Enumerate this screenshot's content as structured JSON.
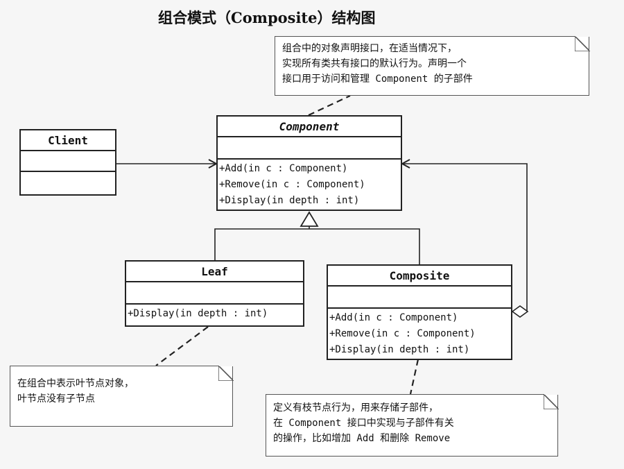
{
  "title": "组合模式（Composite）结构图",
  "classes": {
    "component": {
      "name": "Component",
      "operations": [
        "+Add(in c : Component)",
        "+Remove(in c : Component)",
        "+Display(in depth : int)"
      ]
    },
    "client": {
      "name": "Client"
    },
    "leaf": {
      "name": "Leaf",
      "operations": [
        "+Display(in depth : int)"
      ]
    },
    "composite": {
      "name": "Composite",
      "operations": [
        "+Add(in c : Component)",
        "+Remove(in c : Component)",
        "+Display(in depth : int)"
      ]
    }
  },
  "notes": {
    "component": [
      "组合中的对象声明接口，在适当情况下，",
      "实现所有类共有接口的默认行为。声明一个",
      "接口用于访问和管理 Component 的子部件"
    ],
    "leaf": [
      "在组合中表示叶节点对象，",
      "叶节点没有子节点"
    ],
    "composite": [
      "定义有枝节点行为，用来存储子部件，",
      "在 Component 接口中实现与子部件有关",
      "的操作，比如增加 Add 和删除 Remove"
    ]
  }
}
